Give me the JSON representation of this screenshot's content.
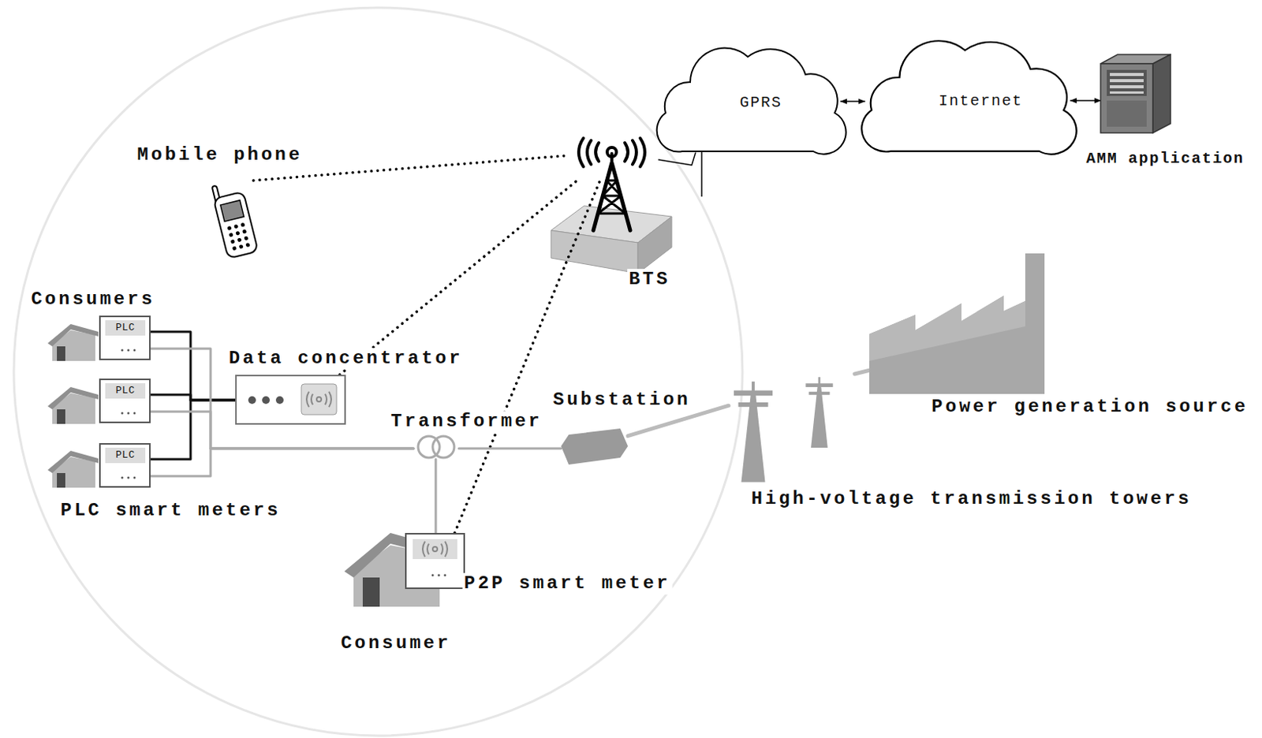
{
  "diagram": {
    "nodes": [
      {
        "text": [
          "GPRS"
        ]
      },
      {
        "text": [
          "Internet"
        ]
      },
      {
        "text": [
          "AMM application"
        ]
      },
      {
        "text": [
          "BTS"
        ]
      },
      {
        "text": [
          "Mobile phone"
        ]
      },
      {
        "text": [
          "PLC"
        ]
      },
      {
        "text": [
          "PLC"
        ]
      },
      {
        "text": [
          "PLC"
        ]
      },
      {
        "text": [
          "Data concentrator"
        ]
      },
      {
        "text": [
          "P2P smart meter"
        ]
      },
      {
        "text": [
          "Transformer"
        ]
      },
      {
        "text": [
          "Substation"
        ]
      },
      {
        "text": [
          "High-voltage transmission towers"
        ]
      },
      {
        "text": [
          "Power generation source"
        ]
      }
    ],
    "edges": [
      {
        "from": 0,
        "to": 1,
        "arrow": "both"
      },
      {
        "from": 1,
        "to": 2,
        "arrow": "both"
      },
      {
        "from": 3,
        "to": 0,
        "arrow": "none"
      },
      {
        "from": 4,
        "to": 3,
        "arrow": "none"
      },
      {
        "from": 8,
        "to": 3,
        "arrow": "none"
      },
      {
        "from": 9,
        "to": 3,
        "arrow": "none"
      },
      {
        "from": 5,
        "to": 8,
        "arrow": "none"
      },
      {
        "from": 6,
        "to": 8,
        "arrow": "none"
      },
      {
        "from": 7,
        "to": 8,
        "arrow": "none"
      },
      {
        "from": 5,
        "to": 10,
        "arrow": "none"
      },
      {
        "from": 6,
        "to": 10,
        "arrow": "none"
      },
      {
        "from": 7,
        "to": 10,
        "arrow": "none"
      },
      {
        "from": 10,
        "to": 11,
        "arrow": "none"
      },
      {
        "from": 10,
        "to": 9,
        "arrow": "none"
      },
      {
        "from": 11,
        "to": 12,
        "arrow": "none"
      },
      {
        "from": 12,
        "to": 13,
        "arrow": "none"
      }
    ],
    "labels": [
      "Consumers",
      "PLC smart meters",
      "Consumer"
    ]
  }
}
